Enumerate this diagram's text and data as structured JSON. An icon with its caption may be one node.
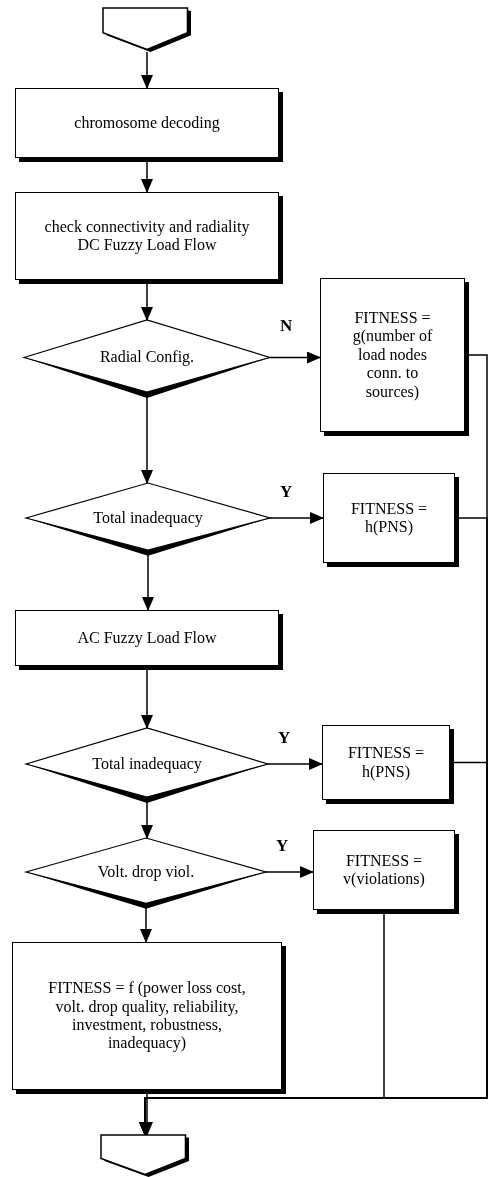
{
  "diagram": {
    "nodes": [
      {
        "text": [],
        "shape": "pentagon"
      },
      {
        "text": [
          "chromosome decoding"
        ]
      },
      {
        "text": [
          "check connectivity and radiality",
          "DC Fuzzy Load Flow"
        ]
      },
      {
        "text": [
          "Radial Config."
        ]
      },
      {
        "text": [
          "FITNESS = g(number of load nodes conn. to sources)"
        ]
      },
      {
        "text": [
          "Total inadequacy"
        ]
      },
      {
        "text": [
          "FITNESS = h(PNS)"
        ]
      },
      {
        "text": [
          "AC Fuzzy Load Flow"
        ]
      },
      {
        "text": [
          "Total inadequacy"
        ]
      },
      {
        "text": [
          "FITNESS = h(PNS)"
        ]
      },
      {
        "text": [
          "Volt. drop viol."
        ]
      },
      {
        "text": [
          "FITNESS = v(violations)"
        ]
      },
      {
        "text": [
          "FITNESS = f (power loss cost, volt. drop quality, reliability, investment, robustness, inadequacy)"
        ]
      },
      {
        "text": [],
        "shape": "pentagon"
      }
    ],
    "edges": [
      {
        "from": 0,
        "to": 1,
        "arrow": "to"
      },
      {
        "from": 1,
        "to": 2,
        "arrow": "to"
      },
      {
        "from": 2,
        "to": 3,
        "arrow": "to"
      },
      {
        "from": 3,
        "to": 4,
        "arrow": "to",
        "label": "N"
      },
      {
        "from": 3,
        "to": 5,
        "arrow": "to"
      },
      {
        "from": 5,
        "to": 6,
        "arrow": "to",
        "label": "Y"
      },
      {
        "from": 5,
        "to": 7,
        "arrow": "to"
      },
      {
        "from": 7,
        "to": 8,
        "arrow": "to"
      },
      {
        "from": 8,
        "to": 9,
        "arrow": "to",
        "label": "Y"
      },
      {
        "from": 8,
        "to": 10,
        "arrow": "to"
      },
      {
        "from": 10,
        "to": 11,
        "arrow": "to",
        "label": "Y"
      },
      {
        "from": 10,
        "to": 12,
        "arrow": "to"
      },
      {
        "from": 12,
        "to": 13,
        "arrow": "to"
      },
      {
        "from": 4,
        "to": 13,
        "arrow": "to"
      },
      {
        "from": 6,
        "to": 13,
        "arrow": "to"
      },
      {
        "from": 9,
        "to": 13,
        "arrow": "to"
      },
      {
        "from": 11,
        "to": 13,
        "arrow": "to"
      }
    ]
  }
}
